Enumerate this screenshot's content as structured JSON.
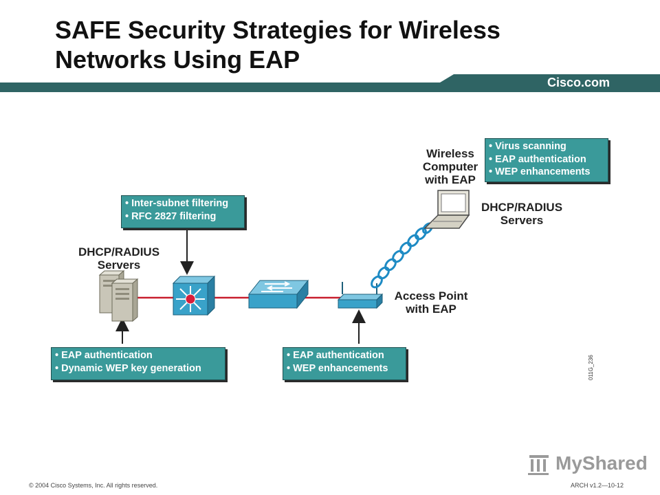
{
  "slide": {
    "title": "SAFE Security Strategies for Wireless Networks Using EAP",
    "brand": "Cisco.com",
    "figure_code": "011G_236",
    "copyright": "© 2004 Cisco Systems, Inc. All rights reserved.",
    "slide_number": "ARCH v1.2—10-12",
    "watermark": "MyShared"
  },
  "colors": {
    "banner": "#2f6464",
    "callout_bg": "#3a9a9a",
    "link": "#c81e2d",
    "device_blue": "#39a2c9",
    "wave": "#1e8bc4"
  },
  "labels": {
    "dhcp_left_1": "DHCP/RADIUS",
    "dhcp_left_2": "Servers",
    "dhcp_right_1": "DHCP/RADIUS",
    "dhcp_right_2": "Servers",
    "wireless_1": "Wireless",
    "wireless_2": "Computer",
    "wireless_3": "with EAP",
    "ap_1": "Access Point",
    "ap_2": "with EAP"
  },
  "callouts": {
    "wireless": [
      "Virus scanning",
      "EAP authentication",
      "WEP enhancements"
    ],
    "l3switch": [
      "Inter-subnet filtering",
      "RFC 2827 filtering"
    ],
    "servers": [
      "EAP authentication",
      "Dynamic WEP key generation"
    ],
    "accesspoint": [
      "EAP authentication",
      "WEP enhancements"
    ]
  }
}
